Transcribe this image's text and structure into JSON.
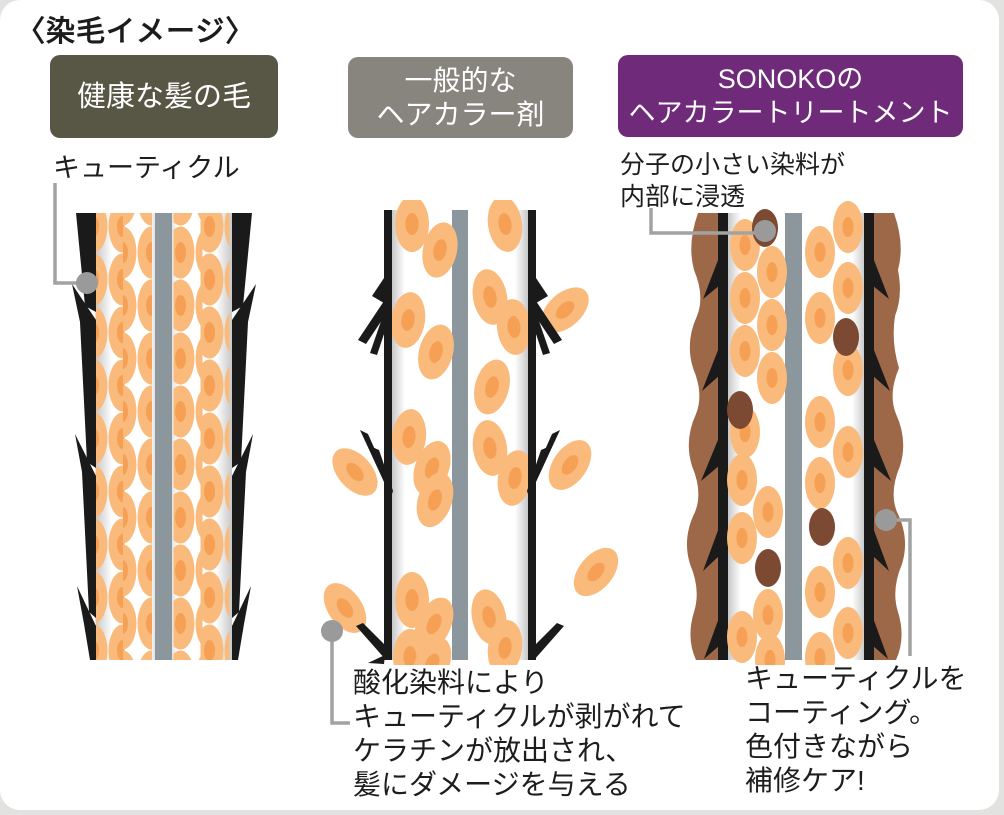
{
  "page": {
    "title": "〈染毛イメージ〉"
  },
  "colors": {
    "page_bg": "#e2e2e1",
    "card_bg": "#ffffff",
    "panel1_header_bg": "#585746",
    "panel2_header_bg": "#87857e",
    "panel3_header_bg": "#6f2b7a",
    "header_text": "#ffffff",
    "cuticle_black": "#1a1a1a",
    "cell_body_orange": "#f9ba7b",
    "cell_nucleus_orange": "#f5a055",
    "medulla_gray": "#8c979d",
    "coating_brown": "#9c6847",
    "dye_brown": "#7c4a33",
    "connector_gray": "#9a9a9a"
  },
  "panels": [
    {
      "id": "healthy-hair",
      "header_lines": [
        "健康な髪の毛"
      ],
      "top_label": "キューティクル"
    },
    {
      "id": "typical-hair-color",
      "header_lines": [
        "一般的な",
        "ヘアカラー剤"
      ],
      "bottom_note_lines": [
        "酸化染料により",
        "キューティクルが剥がれて",
        "ケラチンが放出され、",
        "髪にダメージを与える"
      ]
    },
    {
      "id": "sonoko-treatment",
      "header_lines": [
        "SONOKOの",
        "ヘアカラートリートメント"
      ],
      "top_note_lines": [
        "分子の小さい染料が",
        "内部に浸透"
      ],
      "bottom_note_lines": [
        "キューティクルを",
        "コーティング。",
        "色付きながら",
        "補修ケア!"
      ]
    }
  ]
}
